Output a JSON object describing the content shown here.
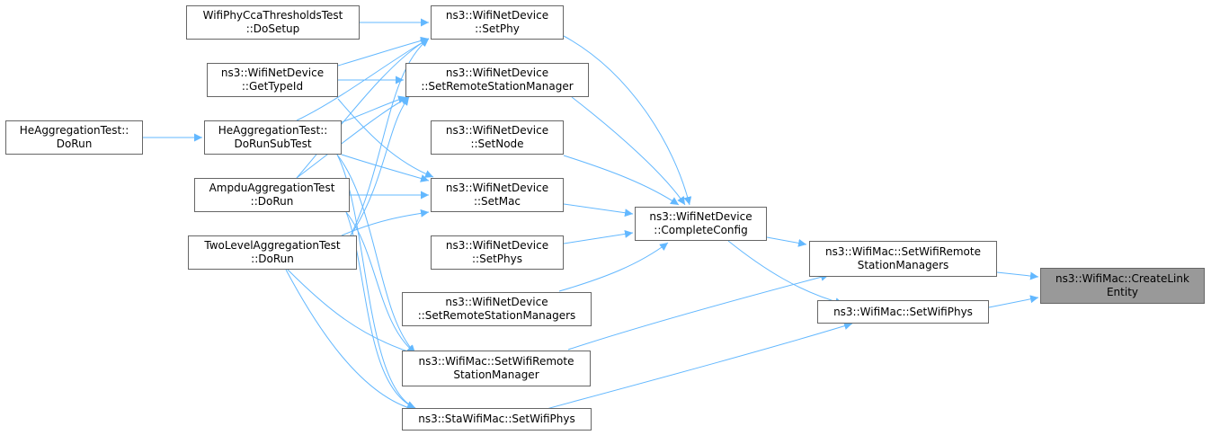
{
  "colors": {
    "edge": "#63b8ff",
    "node_border": "#666666",
    "node_fill": "#ffffff",
    "focus_fill": "#999999"
  },
  "nodes": {
    "wifi_phy_cca_setup": {
      "line1": "WifiPhyCcaThresholdsTest",
      "line2": "::DoSetup"
    },
    "set_phy": {
      "line1": "ns3::WifiNetDevice",
      "line2": "::SetPhy"
    },
    "get_type_id": {
      "line1": "ns3::WifiNetDevice",
      "line2": "::GetTypeId"
    },
    "set_remote_station_manager": {
      "line1": "ns3::WifiNetDevice",
      "line2": "::SetRemoteStationManager"
    },
    "he_aggregation_dorun": {
      "line1": "HeAggregationTest::",
      "line2": "DoRun"
    },
    "he_aggregation_dorunsubtest": {
      "line1": "HeAggregationTest::",
      "line2": "DoRunSubTest"
    },
    "set_node": {
      "line1": "ns3::WifiNetDevice",
      "line2": "::SetNode"
    },
    "ampdu_aggregation_dorun": {
      "line1": "AmpduAggregationTest",
      "line2": "::DoRun"
    },
    "set_mac": {
      "line1": "ns3::WifiNetDevice",
      "line2": "::SetMac"
    },
    "complete_config": {
      "line1": "ns3::WifiNetDevice",
      "line2": "::CompleteConfig"
    },
    "two_level_aggregation_dorun": {
      "line1": "TwoLevelAggregationTest",
      "line2": "::DoRun"
    },
    "set_phys": {
      "line1": "ns3::WifiNetDevice",
      "line2": "::SetPhys"
    },
    "mac_set_wifi_remote_station_managers": {
      "line1": "ns3::WifiMac::SetWifiRemote",
      "line2": "StationManagers"
    },
    "create_link_entity": {
      "line1": "ns3::WifiMac::CreateLink",
      "line2": "Entity"
    },
    "set_remote_station_managers": {
      "line1": "ns3::WifiNetDevice",
      "line2": "::SetRemoteStationManagers"
    },
    "mac_set_wifi_phys": {
      "line1": "ns3::WifiMac::SetWifiPhys"
    },
    "mac_set_wifi_remote_station_manager": {
      "line1": "ns3::WifiMac::SetWifiRemote",
      "line2": "StationManager"
    },
    "sta_set_wifi_phys": {
      "line1": "ns3::StaWifiMac::SetWifiPhys"
    }
  }
}
